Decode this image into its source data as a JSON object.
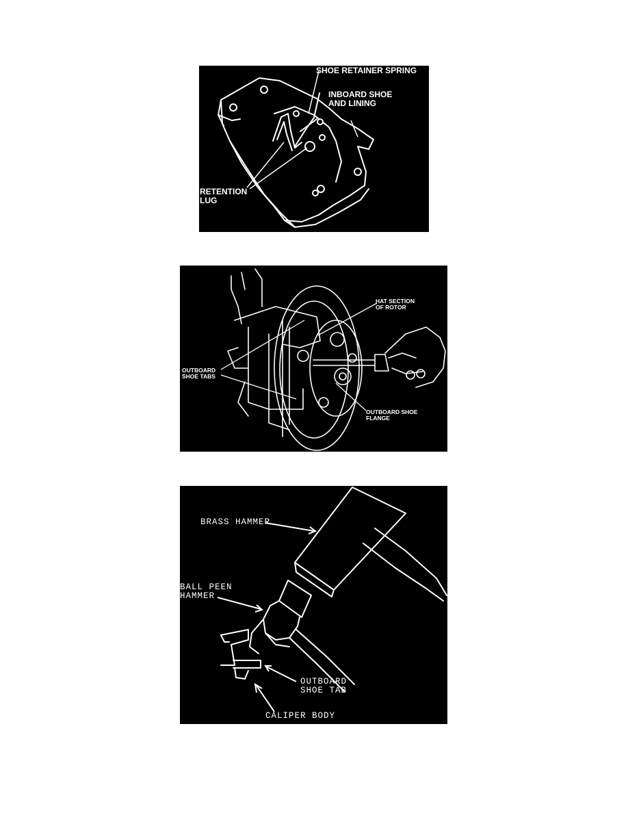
{
  "figures": [
    {
      "subject": "inboard-brake-shoe",
      "labels": {
        "shoe_retainer_spring": "SHOE RETAINER SPRING",
        "inboard_shoe": "INBOARD SHOE\nAND LINING",
        "retention_lug": "RETENTION\nLUG"
      }
    },
    {
      "subject": "outboard-shoe-on-rotor",
      "labels": {
        "hat_section": "HAT SECTION\nOF ROTOR",
        "outboard_shoe_tabs": "OUTBOARD\nSHOE TABS",
        "outboard_shoe_flange": "OUTBOARD SHOE\nFLANGE"
      }
    },
    {
      "subject": "bending-shoe-tabs",
      "labels": {
        "brass_hammer": "BRASS HAMMER",
        "ball_peen_hammer": "BALL PEEN\nHAMMER",
        "outboard_shoe_tab": "OUTBOARD\nSHOE TAB",
        "caliper_body": "CALIPER BODY"
      }
    }
  ],
  "colors": {
    "page": "#ffffff",
    "figure_background": "#000000",
    "line_art": "#ffffff"
  }
}
